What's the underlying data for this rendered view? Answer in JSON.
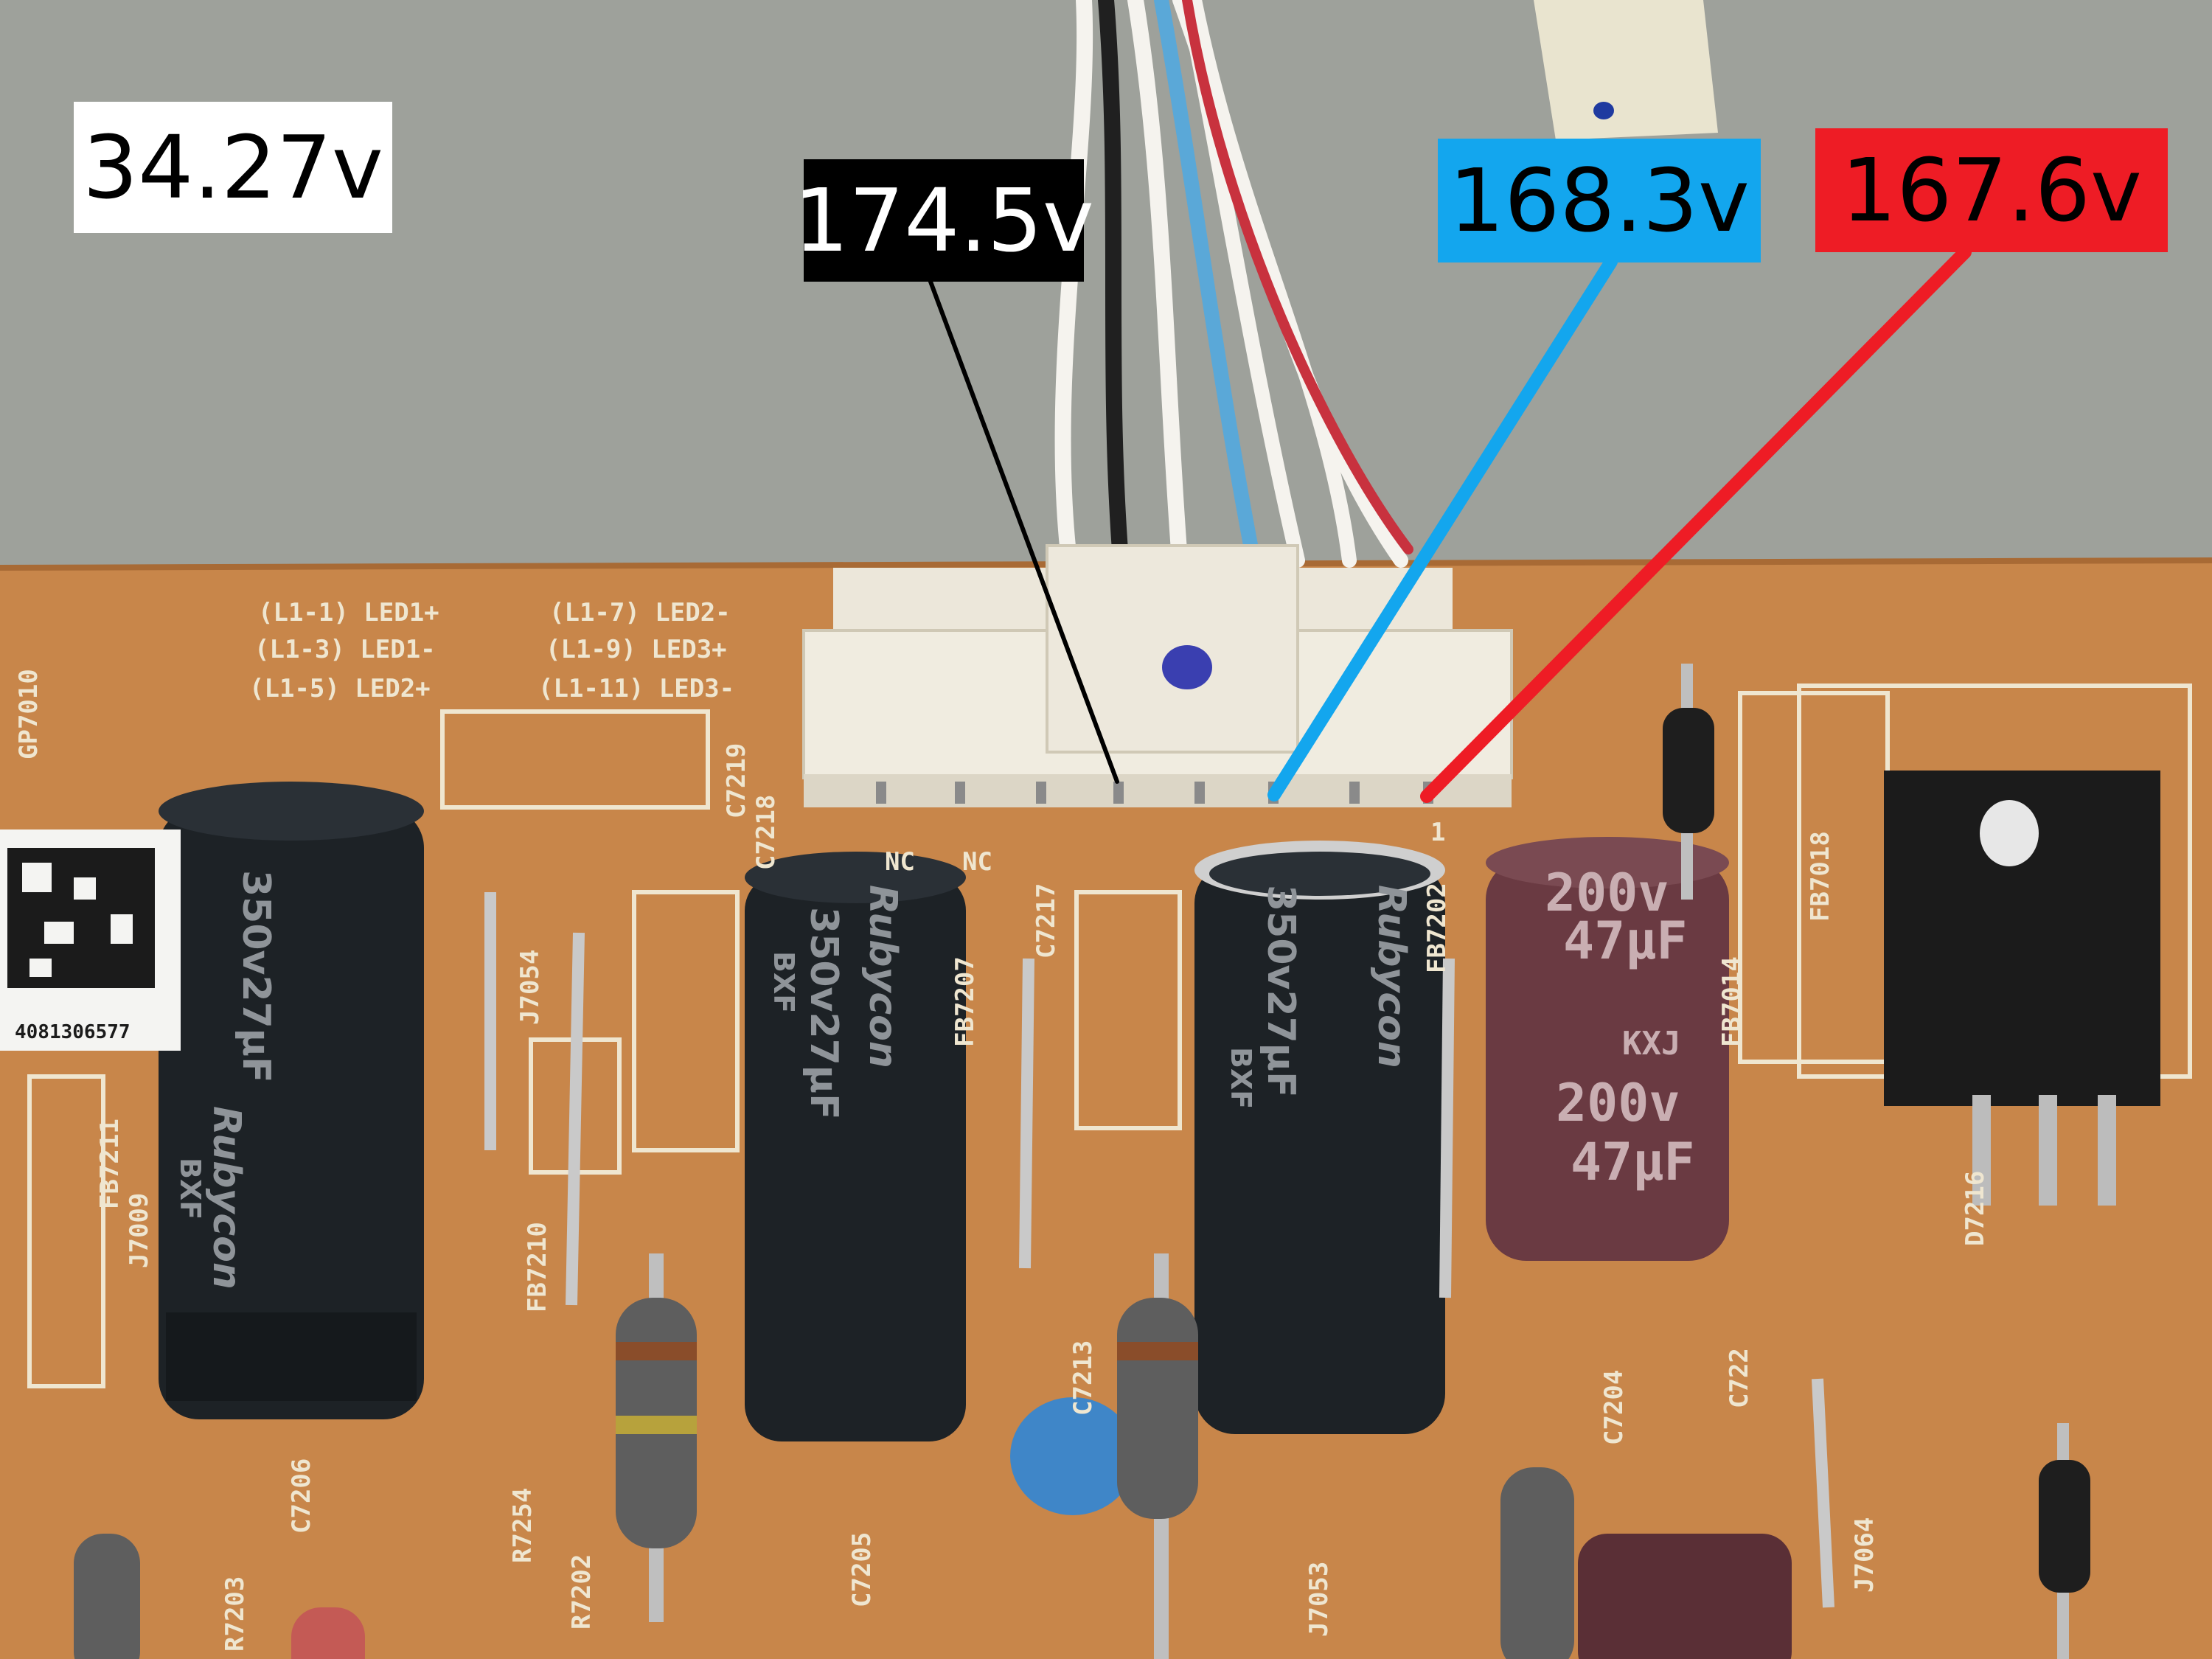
{
  "labels": {
    "white": "34.27v",
    "black": "174.5v",
    "blue": "168.3v",
    "red": "167.6v"
  },
  "colors": {
    "white_label": "#ffffff",
    "black_label": "#000000",
    "blue_label": "#13a6ee",
    "red_label": "#ee1c25",
    "board": "#c8864a"
  },
  "silkscreen": {
    "led_l1": "(L1-1) LED1+",
    "led_l3": "(L1-3) LED1-",
    "led_l5": "(L1-5) LED2+",
    "led_l7": "(L1-7) LED2-",
    "led_l9": "(L1-9) LED3+",
    "led_l11": "(L1-11) LED3-",
    "gp": "GP7010",
    "barcode_number": "4081306577",
    "c7218": "C7218",
    "c7219": "C7219",
    "c7217": "C7217",
    "fb7207": "FB7207",
    "fb7202": "FB7202",
    "fb7014": "FB7014",
    "fb7018": "FB7018",
    "j7054": "J7054",
    "fb7211": "FB7211",
    "j7009": "J7009",
    "fb7210": "FB7210",
    "c7213": "C7213",
    "c7206": "C7206",
    "c7205": "C7205",
    "r7203": "R7203",
    "r7254": "R7254",
    "r7202": "R7202",
    "j7053": "J7053",
    "c7204": "C7204",
    "c722": "C722",
    "d7216": "D7216",
    "j7064": "J7064",
    "nc1": "NC",
    "nc2": "NC",
    "pin1": "1"
  },
  "capacitors": {
    "rubycon_brand": "Rubycon",
    "rating": "350v27μF",
    "series": "BXF",
    "purple_voltage": "200v",
    "purple_cap": "47μF",
    "purple_series": "KXJ"
  }
}
